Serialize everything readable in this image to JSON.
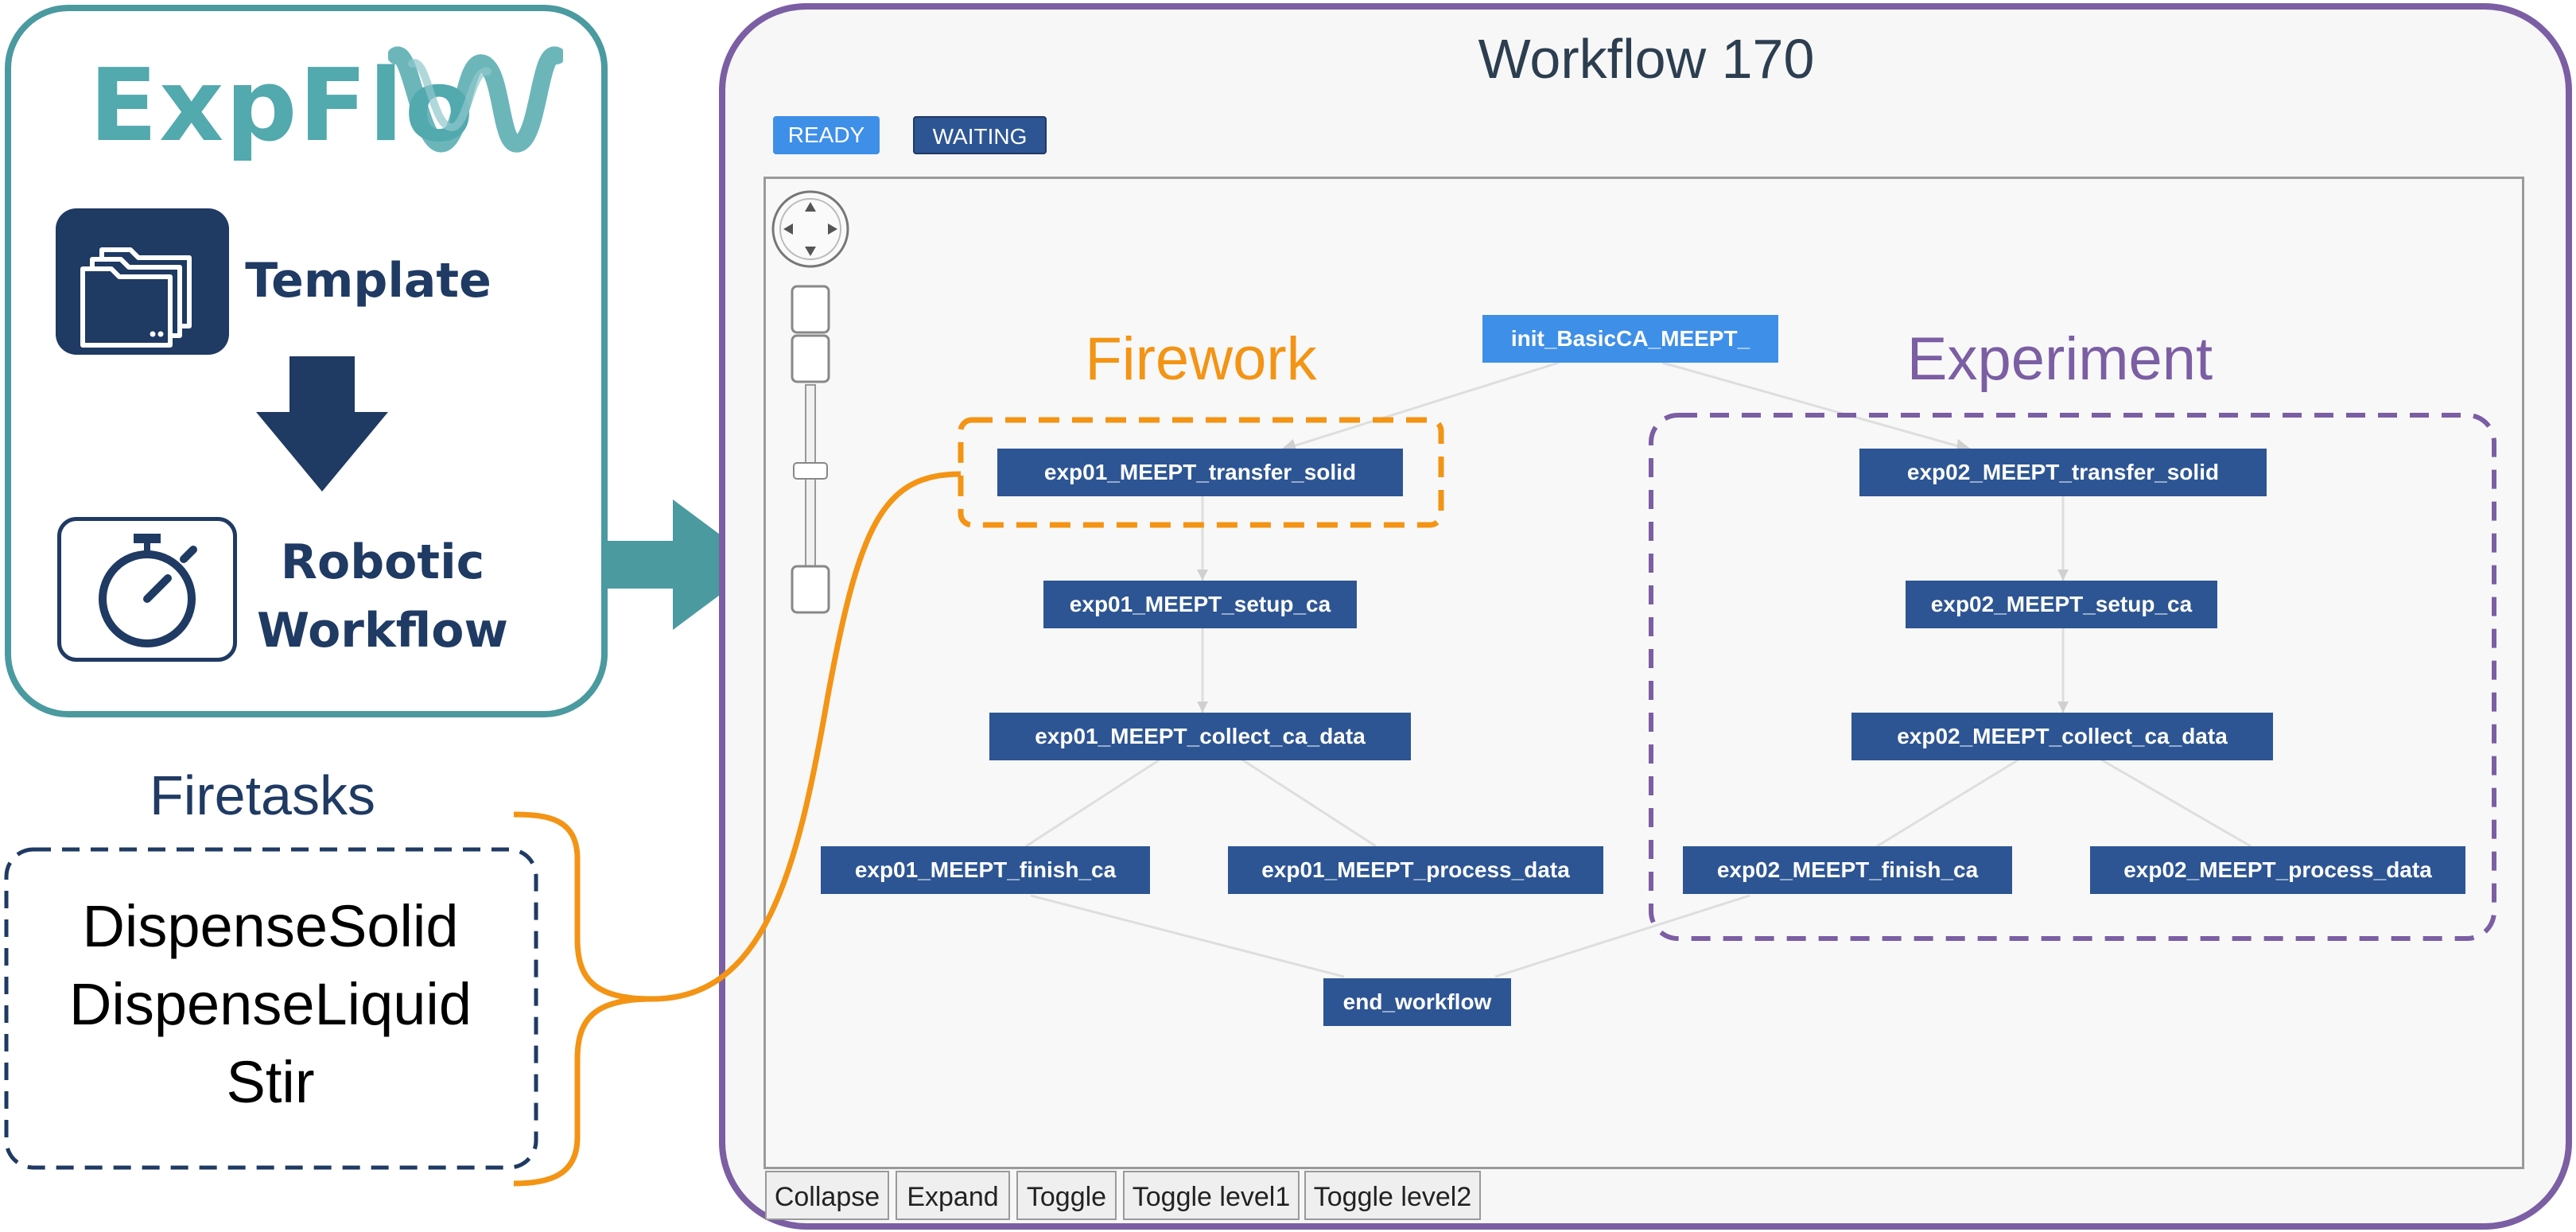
{
  "left_panel": {
    "logo_text": "ExpFlo",
    "template_label": "Template",
    "workflow_label_line1": "Robotic",
    "workflow_label_line2": "Workflow"
  },
  "firetasks": {
    "title": "Firetasks",
    "items": [
      "DispenseSolid",
      "DispenseLiquid",
      "Stir"
    ]
  },
  "callouts": {
    "firework": "Firework",
    "experiment": "Experiment"
  },
  "workflow": {
    "title": "Workflow 170",
    "states": [
      {
        "label": "READY",
        "color": "#3e8fe8"
      },
      {
        "label": "WAITING",
        "color": "#2d5594"
      }
    ],
    "nodes": {
      "init": "init_BasicCA_MEEPT_",
      "exp01_transfer": "exp01_MEEPT_transfer_solid",
      "exp01_setup": "exp01_MEEPT_setup_ca",
      "exp01_collect": "exp01_MEEPT_collect_ca_data",
      "exp01_finish": "exp01_MEEPT_finish_ca",
      "exp01_process": "exp01_MEEPT_process_data",
      "exp02_transfer": "exp02_MEEPT_transfer_solid",
      "exp02_setup": "exp02_MEEPT_setup_ca",
      "exp02_collect": "exp02_MEEPT_collect_ca_data",
      "exp02_finish": "exp02_MEEPT_finish_ca",
      "exp02_process": "exp02_MEEPT_process_data",
      "end": "end_workflow"
    },
    "toolbar": [
      "Collapse",
      "Expand",
      "Toggle",
      "Toggle level1",
      "Toggle level2"
    ]
  },
  "colors": {
    "teal": "#4a9aa0",
    "purple": "#7b5ea3",
    "orange": "#f39415",
    "navy": "#1f3a63"
  }
}
